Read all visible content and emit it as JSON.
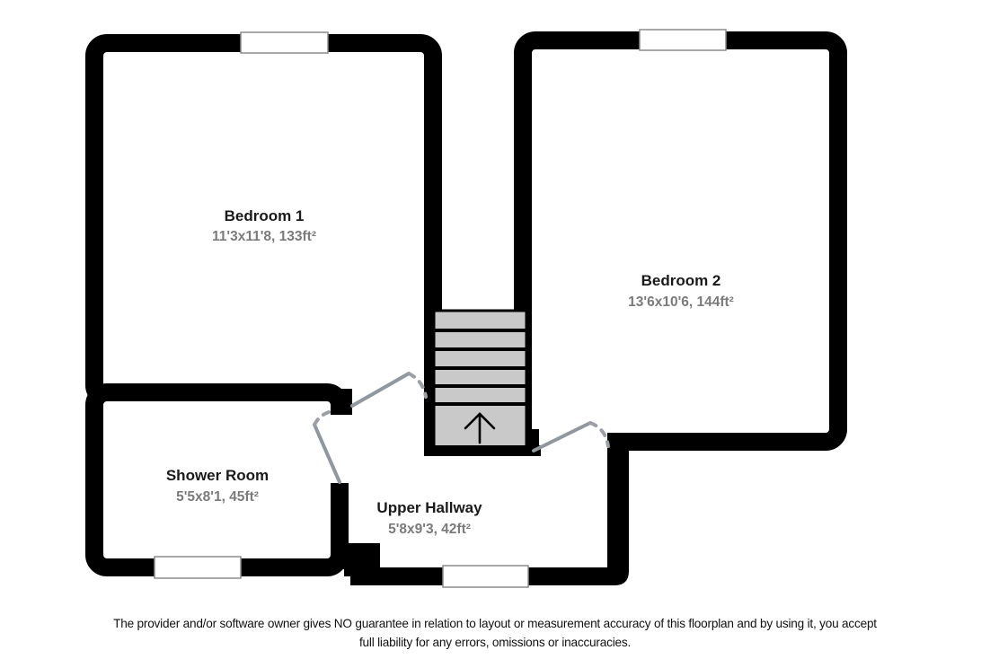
{
  "floorplan": {
    "rooms": [
      {
        "name": "Bedroom 1",
        "dimensions": "11'3x11'8, 133ft²"
      },
      {
        "name": "Bedroom 2",
        "dimensions": "13'6x10'6, 144ft²"
      },
      {
        "name": "Shower Room",
        "dimensions": "5'5x8'1, 45ft²"
      },
      {
        "name": "Upper Hallway",
        "dimensions": "5'8x9'3, 42ft²"
      }
    ],
    "colors": {
      "wall": "#000000",
      "stair_fill": "#c9c9c9",
      "door": "#8f979f",
      "room_name_text": "#1a1a1a",
      "dimension_text": "#7b7b7b",
      "window_outline": "#8c8c8c"
    }
  },
  "disclaimer": {
    "line1": "The provider and/or software owner gives NO guarantee in relation to layout or measurement accuracy of this floorplan and by using it, you accept",
    "line2": "full liability for any errors, omissions or inaccuracies."
  }
}
